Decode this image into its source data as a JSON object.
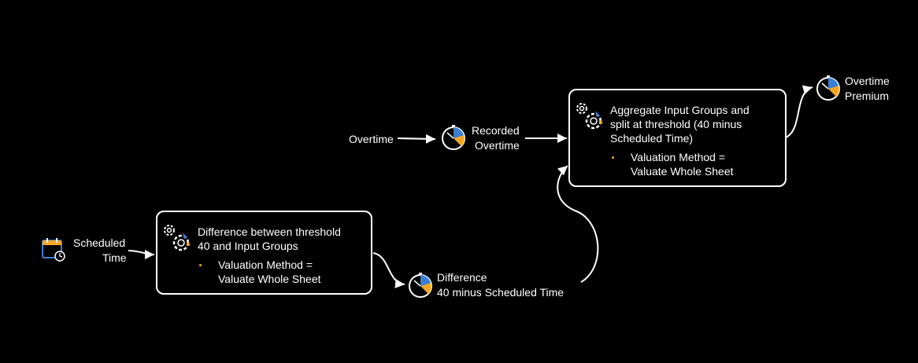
{
  "colors": {
    "background": "#000000",
    "foreground": "#ffffff",
    "accent": "#f5a623",
    "blue": "#3a7fd5"
  },
  "nodes": {
    "scheduled_time": {
      "line1": "Scheduled",
      "line2": "Time",
      "icon": "calendar-clock-icon"
    },
    "overtime": {
      "label": "Overtime"
    },
    "recorded_overtime": {
      "line1": "Recorded",
      "line2": "Overtime",
      "icon": "timer-icon"
    },
    "difference": {
      "line1": "Difference",
      "line2": "40 minus Scheduled Time",
      "icon": "timer-icon"
    },
    "overtime_premium": {
      "line1": "Overtime",
      "line2": "Premium",
      "icon": "timer-icon"
    }
  },
  "rules": {
    "difference_rule": {
      "title_line1": "Difference between threshold",
      "title_line2": "40 and Input Groups",
      "bullet_line1": "Valuation Method =",
      "bullet_line2": "Valuate Whole Sheet",
      "icon": "gears-icon"
    },
    "aggregate_rule": {
      "title_line1": "Aggregate Input Groups and",
      "title_line2": "split at threshold (40 minus",
      "title_line3": "Scheduled Time)",
      "bullet_line1": "Valuation Method =",
      "bullet_line2": "Valuate Whole Sheet",
      "icon": "gears-icon"
    }
  }
}
